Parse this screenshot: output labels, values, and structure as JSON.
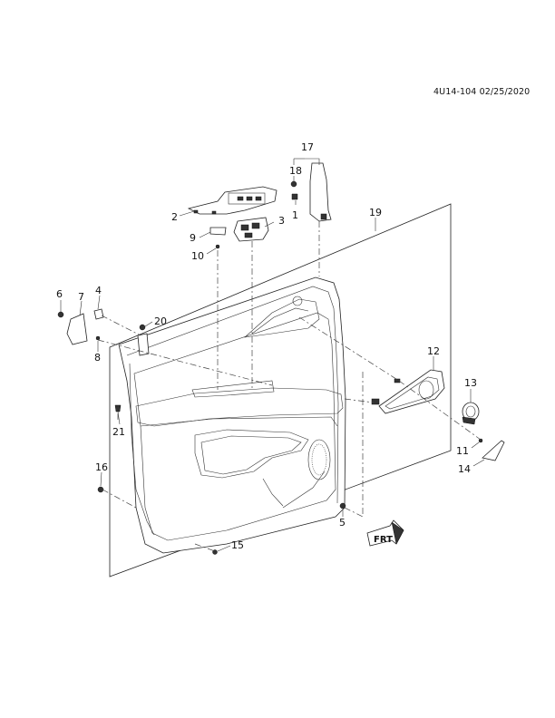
{
  "header": {
    "doc_id": "4U14-104 02/25/2020"
  },
  "callouts": [
    {
      "id": "c17",
      "text": "17"
    },
    {
      "id": "c18",
      "text": "18"
    },
    {
      "id": "c1",
      "text": "1"
    },
    {
      "id": "c2",
      "text": "2"
    },
    {
      "id": "c3",
      "text": "3"
    },
    {
      "id": "c19",
      "text": "19"
    },
    {
      "id": "c9",
      "text": "9"
    },
    {
      "id": "c10",
      "text": "10"
    },
    {
      "id": "c6",
      "text": "6"
    },
    {
      "id": "c7",
      "text": "7"
    },
    {
      "id": "c4",
      "text": "4"
    },
    {
      "id": "c20",
      "text": "20"
    },
    {
      "id": "c8",
      "text": "8"
    },
    {
      "id": "c12",
      "text": "12"
    },
    {
      "id": "c13",
      "text": "13"
    },
    {
      "id": "c21",
      "text": "21"
    },
    {
      "id": "c11",
      "text": "11"
    },
    {
      "id": "c14",
      "text": "14"
    },
    {
      "id": "c16",
      "text": "16"
    },
    {
      "id": "c5",
      "text": "5"
    },
    {
      "id": "c15",
      "text": "15"
    }
  ],
  "front_arrow": {
    "label": "FRT"
  }
}
